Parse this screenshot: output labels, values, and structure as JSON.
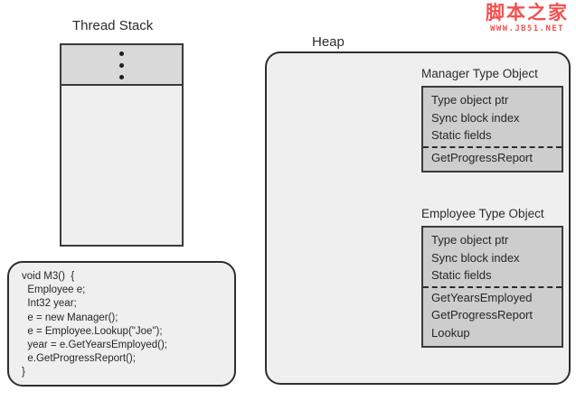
{
  "watermark": {
    "brand": "脚本之家",
    "url": "WWW.JB51.NET",
    "color": "#f4504f"
  },
  "thread_stack": {
    "title": "Thread Stack",
    "ellipsis_dot_count": 3,
    "top_cell_fill": "#d9d9d9",
    "body_fill": "#efefef"
  },
  "code_frame": {
    "lines": [
      "void M3()  {",
      "  Employee e;",
      "  Int32 year;",
      "  e = new Manager();",
      "  e = Employee.Lookup(\"Joe\");",
      "  year = e.GetYearsEmployed();",
      "  e.GetProgressReport();",
      "}"
    ]
  },
  "heap": {
    "title": "Heap",
    "fill": "#efefef",
    "type_objects": [
      {
        "title": "Manager Type Object",
        "header_fields": [
          "Type object ptr",
          "Sync block index",
          "Static fields"
        ],
        "method_fields": [
          "GetProgressReport"
        ],
        "fill": "#cdcdcd"
      },
      {
        "title": "Employee Type Object",
        "header_fields": [
          "Type object ptr",
          "Sync block index",
          "Static fields"
        ],
        "method_fields": [
          "GetYearsEmployed",
          "GetProgressReport",
          "Lookup"
        ],
        "fill": "#cdcdcd"
      }
    ]
  }
}
